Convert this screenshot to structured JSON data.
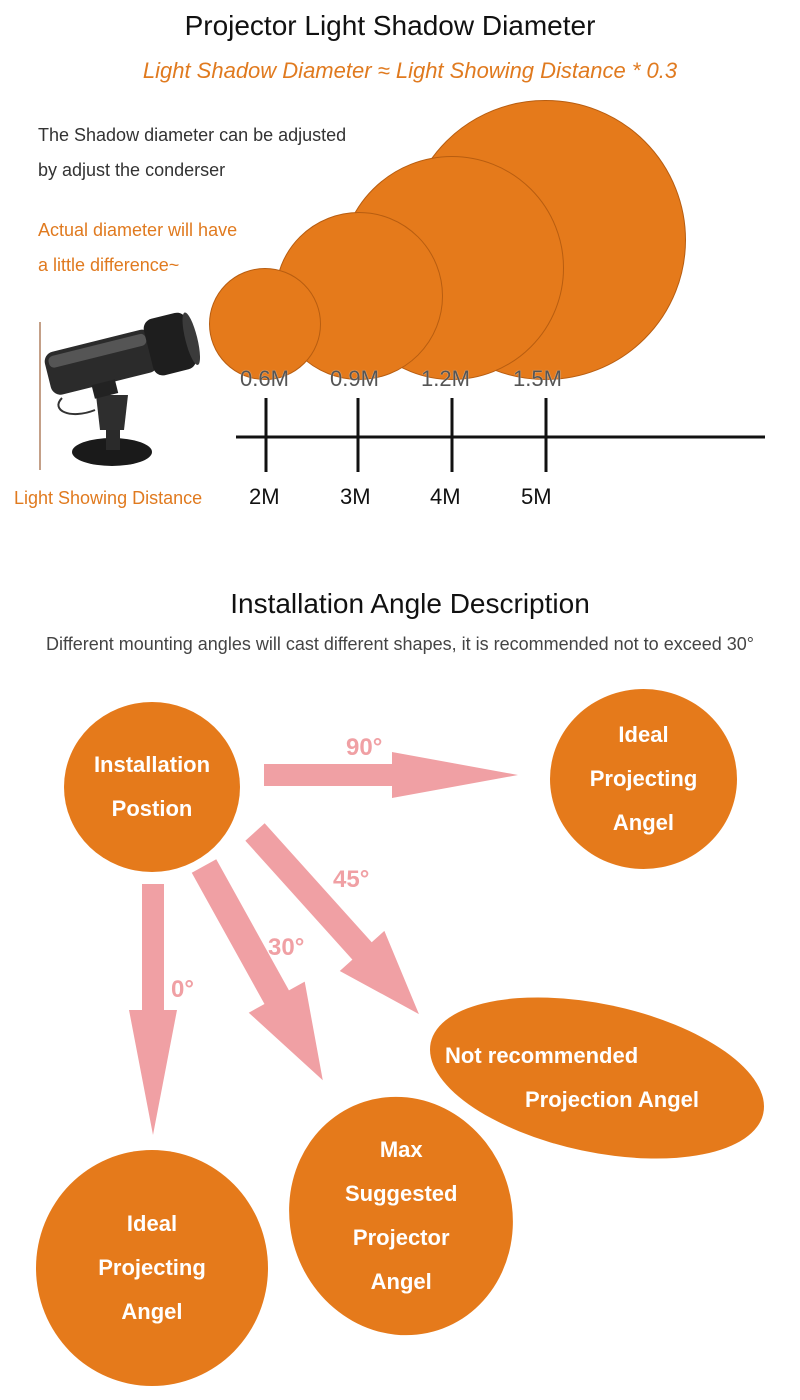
{
  "section1": {
    "title": "Projector Light Shadow Diameter",
    "formula": "Light Shadow Diameter ≈  Light Showing Distance * 0.3",
    "note_line1": "The Shadow diameter can be adjusted",
    "note_line2": "by adjust the conderser",
    "warn_line1": "Actual diameter will have",
    "warn_line2": "a little difference~",
    "distance_axis_label": "Light Showing Distance",
    "colors": {
      "orange": "#e57a1b",
      "text_orange": "#e07a1f"
    }
  },
  "chart_data": {
    "type": "scatter",
    "x": [
      "2M",
      "3M",
      "4M",
      "5M"
    ],
    "series": [
      {
        "values": [
          0.6,
          0.9,
          1.2,
          1.5
        ]
      }
    ],
    "diameter_labels": [
      "0.6M",
      "0.9M",
      "1.2M",
      "1.5M"
    ],
    "distance_labels": [
      "2M",
      "3M",
      "4M",
      "5M"
    ],
    "xlabel": "Light Showing Distance"
  },
  "section2": {
    "title": "Installation Angle Description",
    "subtitle": "Different mounting angles will cast different shapes, it is recommended not to exceed 30°",
    "installation": {
      "line1": "Installation",
      "line2": "Postion"
    },
    "ideal_right": {
      "line1": "Ideal",
      "line2": "Projecting",
      "line3": "Angel"
    },
    "ideal_bottom": {
      "line1": "Ideal",
      "line2": "Projecting",
      "line3": "Angel"
    },
    "max_suggested": {
      "line1": "Max",
      "line2": "Suggested",
      "line3": "Projector",
      "line4": "Angel"
    },
    "not_recommended": {
      "line1": "Not recommended",
      "line2": "Projection Angel"
    },
    "angles": {
      "a90": "90°",
      "a45": "45°",
      "a30": "30°",
      "a0": "0°"
    },
    "colors": {
      "arrow_pink": "#f0a0a4",
      "blob_orange": "#e57a1b"
    }
  }
}
